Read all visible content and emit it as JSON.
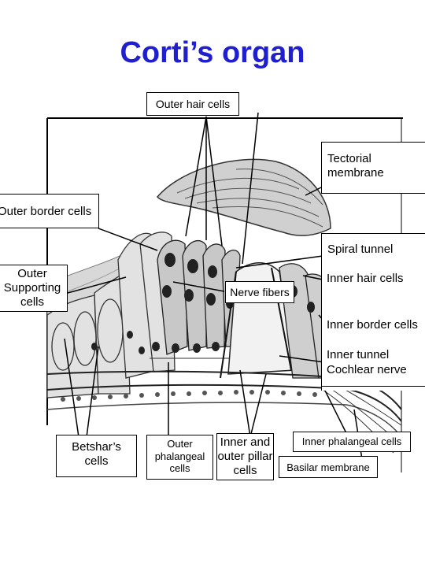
{
  "title": "Corti’s organ",
  "labels": {
    "outer_hair_cells": "Outer hair cells",
    "tectorial_membrane": "Tectorial membrane",
    "outer_border_cells": "Outer border cells",
    "spiral_tunnel": "Spiral tunnel",
    "outer_supporting_cells": "Outer Supporting cells",
    "inner_hair_cells": "Inner hair cells",
    "nerve_fibers": "Nerve fibers",
    "inner_border_cells": "Inner border cells",
    "inner_tunnel": "Inner tunnel",
    "cochlear_nerve": "Cochlear nerve",
    "betshar_cells": "Betshar’s cells",
    "outer_phalangeal_cells": "Outer phalangeal cells",
    "inner_outer_pillar_cells": "Inner and outer pillar cells",
    "inner_phalangeal_cells": "Inner phalangeal cells",
    "basilar_membrane": "Basilar membrane"
  }
}
